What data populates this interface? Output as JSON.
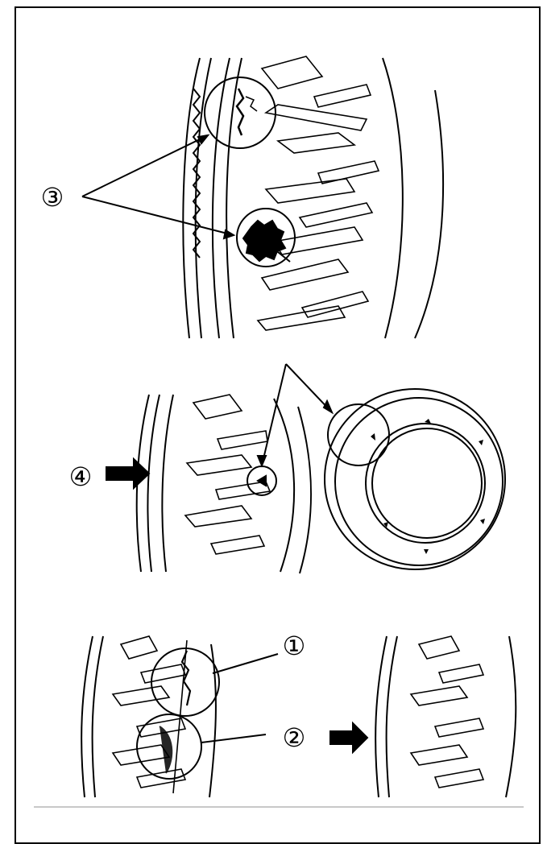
{
  "figure": {
    "callouts": {
      "one": "①",
      "two": "②",
      "three": "③",
      "four": "④"
    },
    "colors": {
      "ink": "#000000",
      "paper": "#ffffff",
      "rule": "#c8c8c8"
    },
    "icons": [
      "arrow-icon",
      "triangle-mark-icon"
    ]
  }
}
